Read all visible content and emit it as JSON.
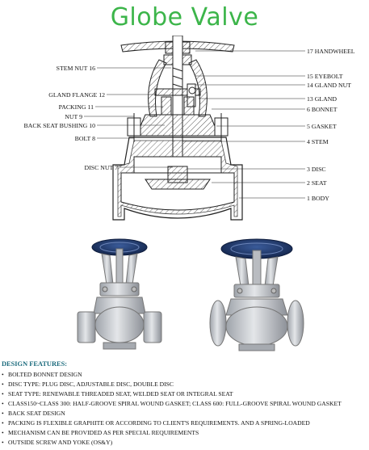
{
  "title": "Globe Valve",
  "diagram": {
    "labels_left": [
      {
        "id": "stem-nut",
        "text": "STEM NUT 16"
      },
      {
        "id": "gland-flange",
        "text": "GLAND FLANGE 12"
      },
      {
        "id": "packing",
        "text": "PACKING 11"
      },
      {
        "id": "nut",
        "text": "NUT 9"
      },
      {
        "id": "back-seat-bushing",
        "text": "BACK SEAT BUSHING 10"
      },
      {
        "id": "bolt",
        "text": "BOLT 8"
      },
      {
        "id": "disc-nut",
        "text": "DISC NUT 7"
      }
    ],
    "labels_right": [
      {
        "id": "handwheel",
        "text": "17 HANDWHEEL"
      },
      {
        "id": "eyebolt",
        "text": "15 EYEBOLT"
      },
      {
        "id": "gland-nut",
        "text": "14 GLAND NUT"
      },
      {
        "id": "gland",
        "text": "13 GLAND"
      },
      {
        "id": "bonnet",
        "text": "6 BONNET"
      },
      {
        "id": "gasket",
        "text": "5 GASKET"
      },
      {
        "id": "stem",
        "text": "4 STEM"
      },
      {
        "id": "disc",
        "text": "3 DISC"
      },
      {
        "id": "seat",
        "text": "2 SEAT"
      },
      {
        "id": "body",
        "text": "1 BODY"
      }
    ]
  },
  "features": {
    "heading": "DESIGN FEATURES:",
    "items": [
      "Bolted bonnet design",
      "Disc type: plug disc, adjustable disc, double disc",
      "Seat type: renewable threaded seat, welded seat or integral seat",
      "Class150~Class 300: half-groove spiral wound gasket; Class 600: full-groove spiral wound gasket",
      "Back seat design",
      "Packing is flexible graphite or according to client's requirements. And a spring-loaded",
      "mechanism can be provided as per special requirements",
      "Outside screw and yoke (OS&Y)"
    ]
  },
  "colors": {
    "title": "#3cb54a",
    "heading": "#1a6a7c",
    "handwheel": "#1f3a6e",
    "valve_body": "#c9ccd1"
  }
}
